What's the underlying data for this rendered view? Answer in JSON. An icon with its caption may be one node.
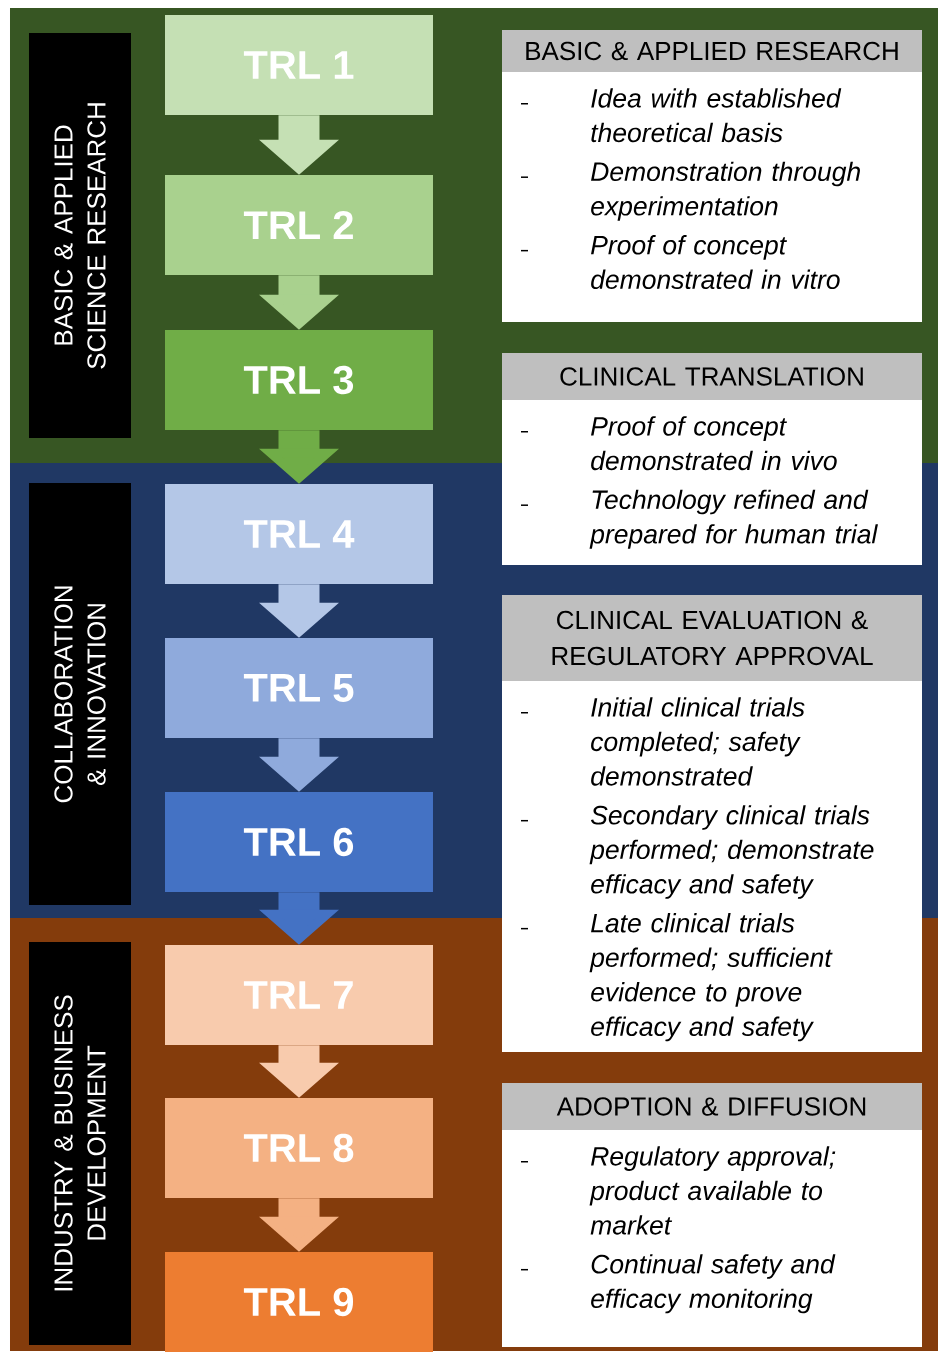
{
  "diagram": {
    "nodes": [
      {
        "text": [
          "BASIC & APPLIED SCIENCE RESEARCH"
        ]
      },
      {
        "text": [
          "COLLABORATION & INNOVATION"
        ]
      },
      {
        "text": [
          "INDUSTRY & BUSINESS DEVELOPMENT"
        ]
      },
      {
        "text": [
          "TRL 1"
        ]
      },
      {
        "text": [
          "TRL 2"
        ]
      },
      {
        "text": [
          "TRL 3"
        ]
      },
      {
        "text": [
          "TRL 4"
        ]
      },
      {
        "text": [
          "TRL 5"
        ]
      },
      {
        "text": [
          "TRL 6"
        ]
      },
      {
        "text": [
          "TRL 7"
        ]
      },
      {
        "text": [
          "TRL 8"
        ]
      },
      {
        "text": [
          "TRL 9"
        ]
      },
      {
        "text": [
          "BASIC & APPLIED RESEARCH",
          "Idea with established theoretical basis",
          "Demonstration through experimentation",
          "Proof of concept demonstrated in vitro"
        ]
      },
      {
        "text": [
          "CLINICAL TRANSLATION",
          "Proof of concept demonstrated in vivo",
          "Technology refined and prepared for human trial"
        ]
      },
      {
        "text": [
          "CLINICAL EVALUATION & REGULATORY APPROVAL",
          "Initial clinical trials completed; safety demonstrated",
          "Secondary clinical trials performed; demonstrate efficacy and safety",
          "Late clinical trials performed; sufficient evidence to prove efficacy and safety"
        ]
      },
      {
        "text": [
          "ADOPTION & DIFFUSION",
          "Regulatory approval; product available to market",
          "Continual safety and efficacy monitoring"
        ]
      }
    ],
    "edges": [
      {
        "from": 3,
        "to": 4,
        "arrow": "to",
        "color": "#c5e0b4"
      },
      {
        "from": 4,
        "to": 5,
        "arrow": "to",
        "color": "#a9d18e"
      },
      {
        "from": 5,
        "to": 6,
        "arrow": "to",
        "color": "#70ad47"
      },
      {
        "from": 6,
        "to": 7,
        "arrow": "to",
        "color": "#b4c7e7"
      },
      {
        "from": 7,
        "to": 8,
        "arrow": "to",
        "color": "#8faadc"
      },
      {
        "from": 8,
        "to": 9,
        "arrow": "to",
        "color": "#4472c4"
      },
      {
        "from": 9,
        "to": 10,
        "arrow": "to",
        "color": "#f8cbad"
      },
      {
        "from": 10,
        "to": 11,
        "arrow": "to",
        "color": "#f4b183"
      }
    ]
  }
}
